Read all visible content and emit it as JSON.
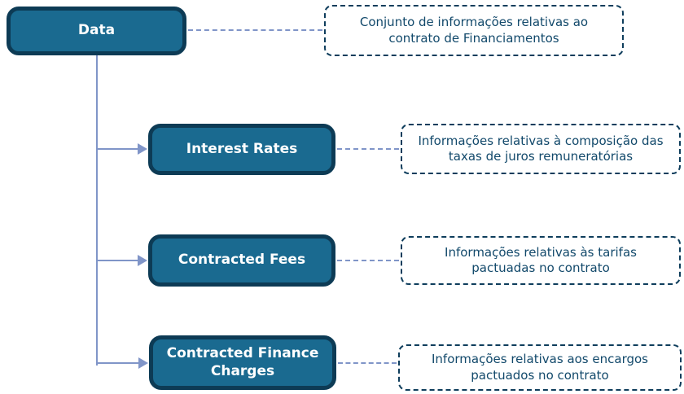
{
  "diagram": {
    "root": {
      "label": "Data",
      "note": "Conjunto de informações relativas ao contrato de Financiamentos"
    },
    "children": [
      {
        "label": "Interest Rates",
        "note": "Informações relativas à composição das taxas de juros remuneratórias"
      },
      {
        "label": "Contracted Fees",
        "note": "Informações relativas às tarifas pactuadas no contrato"
      },
      {
        "label": "Contracted Finance Charges",
        "note": "Informações relativas aos encargos pactuados no contrato"
      }
    ],
    "colors": {
      "node_fill": "#1A6A90",
      "node_border": "#0D3B55",
      "node_text": "#FFFFFF",
      "note_border": "#0E3D5C",
      "note_text": "#12496B",
      "connector": "#8095C8",
      "background": "#FFFFFF"
    }
  }
}
